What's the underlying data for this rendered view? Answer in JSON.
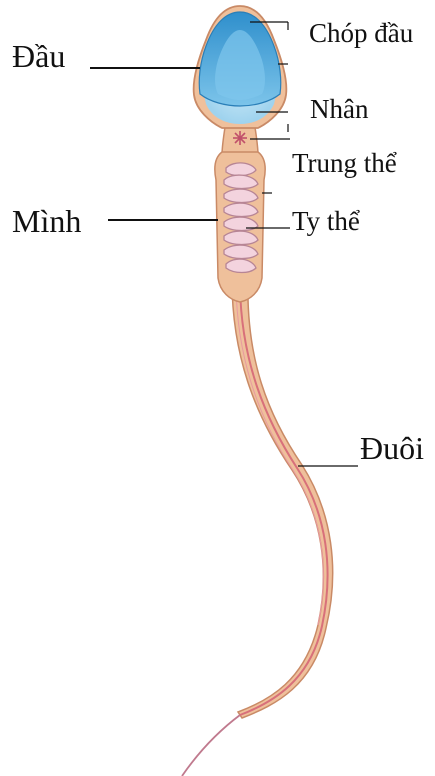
{
  "labels": {
    "head": "Đầu",
    "acrosome": "Chóp đầu",
    "nucleus": "Nhân",
    "centriole": "Trung thể",
    "body": "Mình",
    "mitochondria": "Ty thể",
    "tail": "Đuôi"
  },
  "colors": {
    "membrane": "#efc09b",
    "membrane_edge": "#c98a66",
    "acrosome_blue": "#4aa7db",
    "nucleus_light": "#bfe6f7",
    "tail_core": "#d8707a",
    "centriole": "#c0506a",
    "mito": "#f3d3de",
    "mito_edge": "#b78595",
    "line": "#111111"
  }
}
